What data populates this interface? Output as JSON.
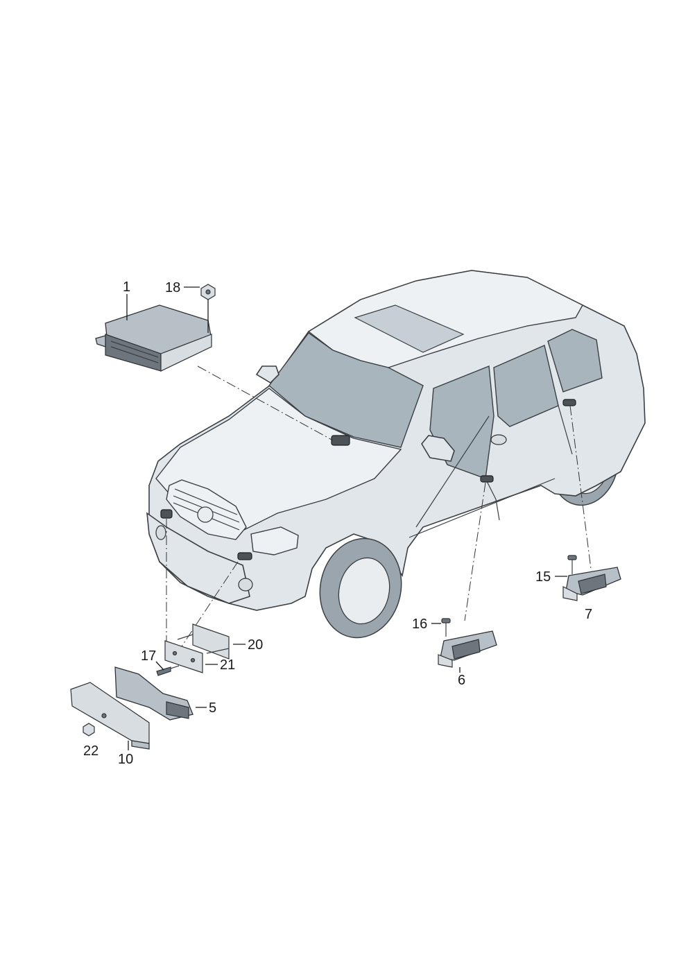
{
  "callouts": {
    "c1": "1",
    "c18": "18",
    "c20": "20",
    "c17": "17",
    "c21": "21",
    "c5": "5",
    "c22": "22",
    "c10": "10",
    "c16": "16",
    "c6": "6",
    "c15": "15",
    "c7": "7"
  }
}
